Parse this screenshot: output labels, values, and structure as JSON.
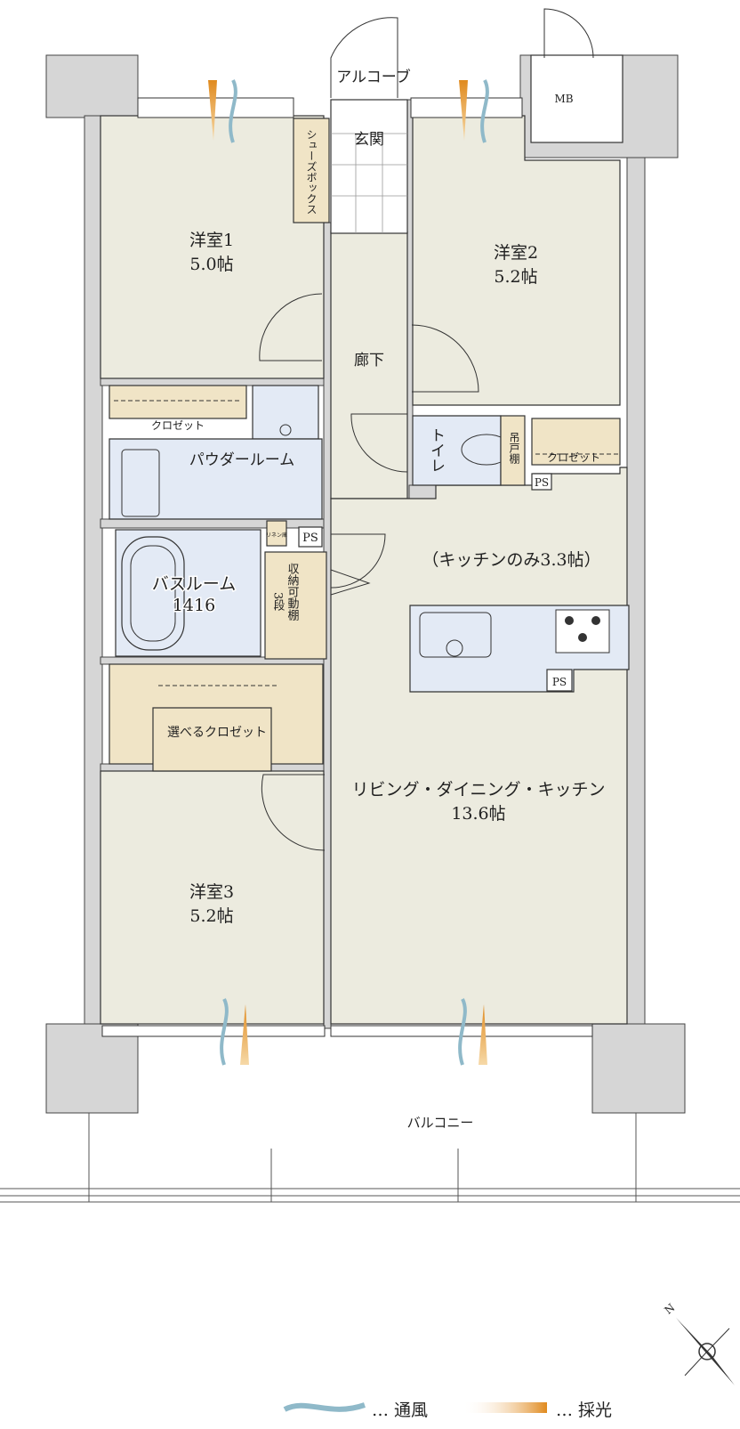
{
  "rooms": {
    "western1": {
      "name": "洋室1",
      "size": "5.0帖"
    },
    "western2": {
      "name": "洋室2",
      "size": "5.2帖"
    },
    "western3": {
      "name": "洋室3",
      "size": "5.2帖"
    },
    "ldk": {
      "name": "リビング・ダイニング・キッチン",
      "size": "13.6帖"
    },
    "kitchen_note": "（キッチンのみ3.3帖）",
    "corridor": "廊下",
    "entrance": "玄関",
    "alcove": "アルコーブ",
    "shoe_box": "シューズボックス",
    "powder_room": "パウダールーム",
    "bathroom": {
      "name": "バスルーム",
      "size": "1416"
    },
    "closet_1": "クロゼット",
    "closet_2": "クロゼット",
    "choosable_closet": "選べるクロゼット",
    "toilet": "トイレ",
    "hanging_shelf": "吊戸棚",
    "linen": "リネン庫",
    "storage": "収納可動棚",
    "storage_tiers": "3段",
    "ps_1": "PS",
    "ps_2": "PS",
    "ps_3": "PS",
    "mb": "MB",
    "balcony": "バルコニー"
  },
  "legend": {
    "ventilation": "… 通風",
    "daylight": "… 採光",
    "ventilation_color": "#8fb9c9",
    "daylight_color": "#e08a1e"
  },
  "compass": {
    "north": "N"
  }
}
